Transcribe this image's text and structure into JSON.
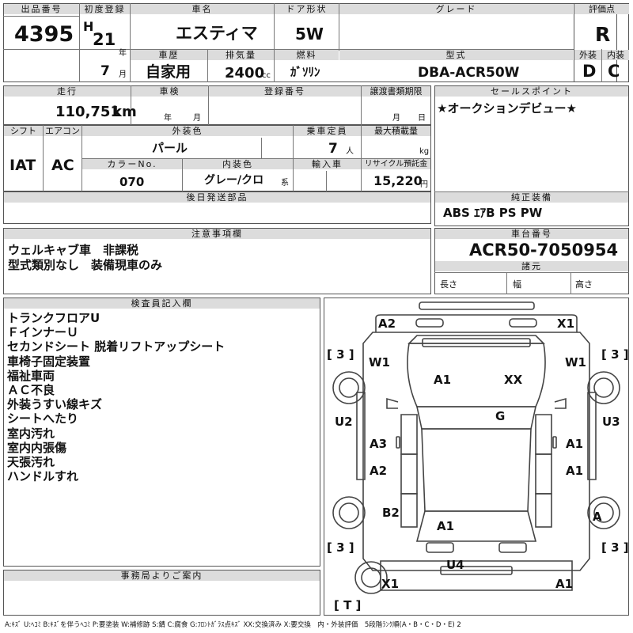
{
  "header": {
    "lot_label": "出品番号",
    "lot_no": "4395",
    "first_reg_label": "初度登録",
    "era": "H",
    "year": "21",
    "year_unit": "年",
    "month": "7",
    "month_unit": "月",
    "car_name_label": "車名",
    "car_name": "エスティマ",
    "door_label": "ドア形状",
    "door": "5W",
    "grade_label": "グレード",
    "rating_label": "評価点",
    "rating": "R",
    "ext_label": "外装",
    "int_label": "内装",
    "ext_grade": "D",
    "int_grade": "C",
    "history_label": "車歴",
    "history": "自家用",
    "displacement_label": "排気量",
    "displacement": "2400",
    "displacement_unit": "cc",
    "fuel_label": "燃料",
    "fuel": "ｶﾞｿﾘﾝ",
    "model_label": "型式",
    "model": "DBA-ACR50W"
  },
  "row2": {
    "mileage_label": "走行",
    "mileage": "110,751",
    "mileage_unit": "km",
    "inspection_label": "車検",
    "insp_year_unit": "年",
    "insp_month_unit": "月",
    "reg_no_label": "登録番号",
    "transfer_label": "譲渡書類期限",
    "transfer_month_unit": "月",
    "transfer_day_unit": "日",
    "sales_point_label": "セールスポイント",
    "sales_point": "★オークションデビュー★"
  },
  "row3": {
    "shift_label": "シフト",
    "shift": "IAT",
    "ac_label": "エアコン",
    "ac": "AC",
    "ext_color_label": "外装色",
    "ext_color": "パール",
    "capacity_label": "乗車定員",
    "capacity": "7",
    "capacity_unit": "人",
    "max_load_label": "最大積載量",
    "max_load_unit": "kg",
    "color_no_label": "カラーNo.",
    "color_no": "070",
    "int_color_label": "内装色",
    "int_color": "グレー/クロ",
    "int_color_unit": "系",
    "import_label": "輸入車",
    "recycle_label": "リサイクル預託金",
    "recycle": "15,220",
    "recycle_unit": "円"
  },
  "later_parts_label": "後日発送部品",
  "equipment": {
    "label": "純正装備",
    "value": "ABS ｴｱB PS PW"
  },
  "caution": {
    "label": "注意事項欄",
    "lines": [
      "ウェルキャブ車　非課税",
      "型式類別なし　装備現車のみ"
    ]
  },
  "chassis": {
    "label": "車台番号",
    "value": "ACR50-7050954"
  },
  "specs": {
    "label": "諸元",
    "length": "長さ",
    "width": "幅",
    "height": "高さ"
  },
  "inspector": {
    "label": "検査員記入欄",
    "notes": [
      "トランクフロアU",
      "ＦインナーＵ",
      "セカンドシート 脱着リフトアップシート",
      "車椅子固定装置",
      "福祉車両",
      "ＡＣ不良",
      "外装うすい線キズ",
      "シートへたり",
      "室内汚れ",
      "室内内張傷",
      "天張汚れ",
      "ハンドルすれ"
    ]
  },
  "office_label": "事務局よりご案内",
  "diagram": {
    "tire_left_top": "[ 3 ]",
    "tire_right_top": "[ 3 ]",
    "tire_left_bottom": "[ 3 ]",
    "tire_right_bottom": "[ 3 ]",
    "tire_spare": "[ T ]",
    "labels": {
      "a2_top": "A2",
      "x1_top": "X1",
      "w1_left": "W1",
      "w1_right": "W1",
      "a1_hood": "A1",
      "xx_hood": "XX",
      "g": "G",
      "u2": "U2",
      "u3": "U3",
      "a3_left": "A3",
      "a1_right_door1": "A1",
      "a2_left_door2": "A2",
      "a1_right_door2": "A1",
      "b2": "B2",
      "a1_roof": "A1",
      "a_right": "A",
      "u4": "U4",
      "x1_bottom": "X1",
      "a1_bottom": "A1"
    }
  },
  "legend": "A:ｷｽﾞ U:ﾍｺﾐ B:ｷｽﾞを伴うﾍｺﾐ P:要塗装 W:補修跡 S:錆 C:腐食 G:ﾌﾛﾝﾄｶﾞﾗｽ点ｷｽﾞ XX:交換済み X:要交換　内・外装評価　5段階ﾗﾝｸ順(A・B・C・D・E) 2"
}
